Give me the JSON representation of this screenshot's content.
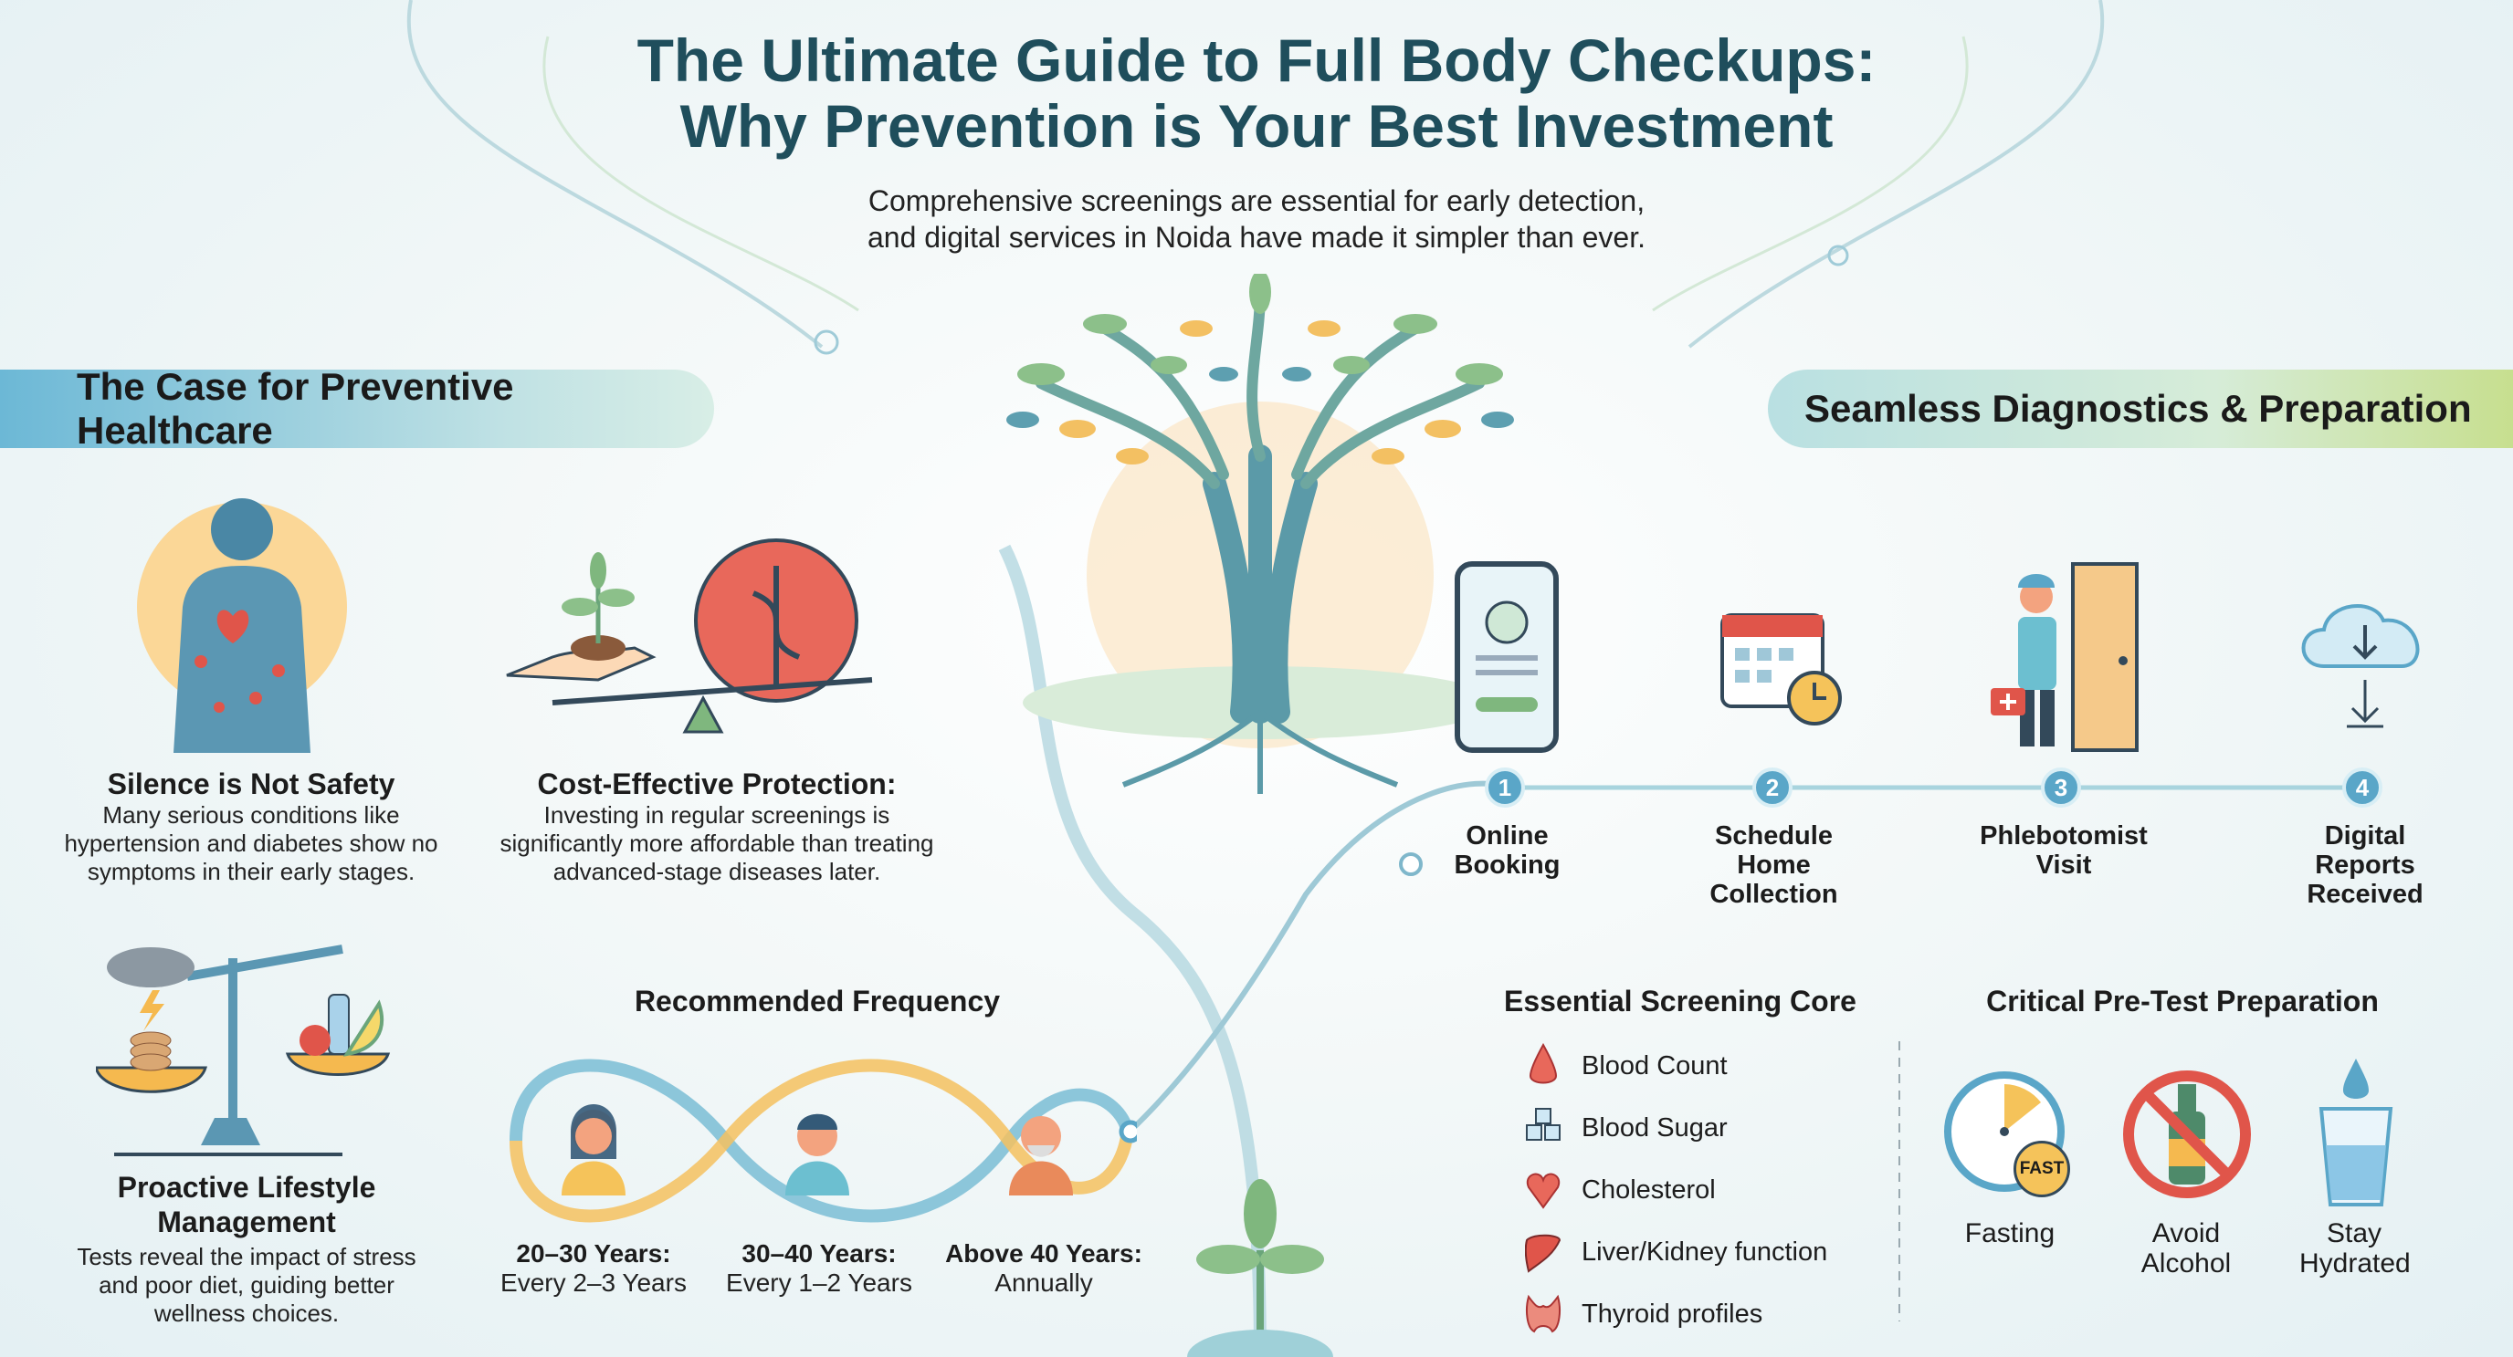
{
  "header": {
    "title_line1": "The Ultimate Guide to Full Body Checkups:",
    "title_line2": "Why Prevention is Your Best Investment",
    "subtitle_line1": "Comprehensive screenings are essential for early detection,",
    "subtitle_line2": "and digital services in Noida have made it simpler than ever."
  },
  "left": {
    "banner": "The Case for Preventive Healthcare",
    "cards": [
      {
        "title": "Silence is Not Safety",
        "body": "Many serious conditions like hypertension and diabetes show no symptoms in their early stages."
      },
      {
        "title": "Cost-Effective Protection:",
        "body": "Investing in regular screenings is significantly more affordable than treating advanced-stage diseases later."
      },
      {
        "title": "Proactive Lifestyle Management",
        "body": "Tests reveal the impact of stress and poor diet, guiding better wellness choices."
      }
    ]
  },
  "frequency": {
    "title": "Recommended Frequency",
    "groups": [
      {
        "age": "20–30 Years:",
        "freq": "Every 2–3 Years"
      },
      {
        "age": "30–40 Years:",
        "freq": "Every 1–2 Years"
      },
      {
        "age": "Above 40 Years:",
        "freq": "Annually"
      }
    ]
  },
  "right": {
    "banner": "Seamless Diagnostics & Preparation",
    "steps": [
      {
        "num": "1",
        "label": "Online Booking"
      },
      {
        "num": "2",
        "label": "Schedule Home Collection"
      },
      {
        "num": "3",
        "label": "Phlebotomist Visit"
      },
      {
        "num": "4",
        "label": "Digital Reports Received"
      }
    ],
    "screening": {
      "title": "Essential Screening Core",
      "items": [
        "Blood Count",
        "Blood Sugar",
        "Cholesterol",
        "Liver/Kidney function",
        "Thyroid profiles"
      ]
    },
    "prep": {
      "title": "Critical Pre-Test Preparation",
      "fast_badge": "FAST",
      "items": [
        "Fasting",
        "Avoid Alcohol",
        "Stay Hydrated"
      ]
    }
  },
  "colors": {
    "title": "#1f4e5c",
    "accent_blue": "#5aa6c8",
    "accent_orange": "#f5b94f",
    "red": "#e0554a",
    "green": "#7fb77e"
  }
}
